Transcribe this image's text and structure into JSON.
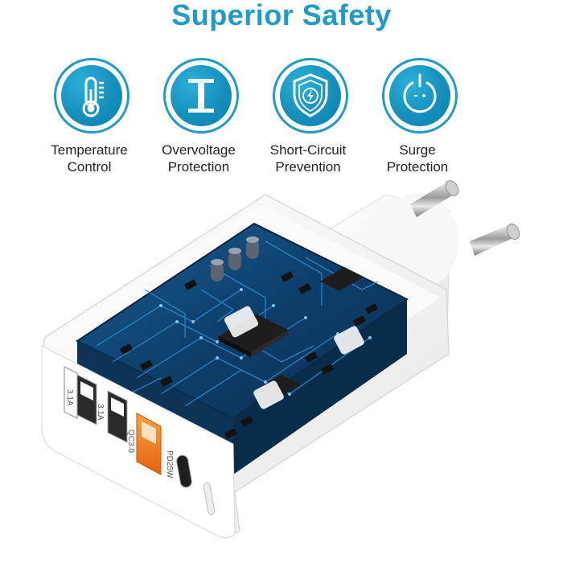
{
  "heading": "Superior Safety",
  "features": [
    {
      "line1": "Temperature",
      "line2": "Control",
      "icon": "thermometer-icon"
    },
    {
      "line1": "Overvoltage",
      "line2": "Protection",
      "icon": "overvoltage-icon"
    },
    {
      "line1": "Short-Circuit",
      "line2": "Prevention",
      "icon": "shield-bolt-icon"
    },
    {
      "line1": "Surge",
      "line2": "Protection",
      "icon": "power-surge-icon"
    }
  ],
  "ports": {
    "usb1": "3.1A",
    "usb2": "3.1A",
    "qc": "QC3.0",
    "pd": "PD25W"
  },
  "colors": {
    "accent": "#1e9bc6",
    "board": "#0d3f6b",
    "trace": "#2d8fd0",
    "qc_port": "#f07a1a"
  }
}
